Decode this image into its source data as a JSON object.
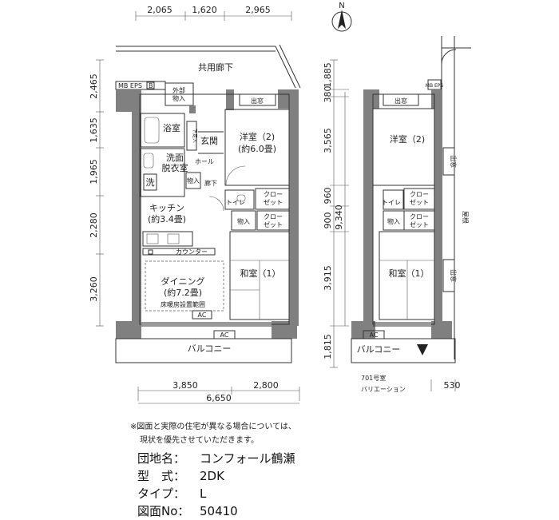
{
  "dims_top": [
    "2,065",
    "1,620",
    "2,965"
  ],
  "dims_left": [
    "2,465",
    "1,635",
    "1,965",
    "2,280",
    "3,260"
  ],
  "dims_bottom": [
    "3,850",
    "2,800",
    "6,650"
  ],
  "dims_right_plan": [
    "1,885",
    "380",
    "3,565",
    "960",
    "900",
    "3,915",
    "1,815",
    "9,340"
  ],
  "dim_530": "530",
  "rooms": {
    "corridor": "共用廊下",
    "mb_eps": "MB EPS",
    "b": "B",
    "outside_storage": "外部\n物入",
    "window_out": "出窓",
    "bath": "浴室",
    "shoe_box": "下足入",
    "entrance": "玄関",
    "western2": "洋室（2)",
    "western2_size": "(約6.0畳)",
    "washroom": "洗面\n脱衣室",
    "wash": "洗",
    "hall": "ホール",
    "storage": "物入",
    "hallway": "廊下",
    "toilet": "トイレ",
    "closet": "クロー\nゼット",
    "kitchen": "キッチン",
    "kitchen_size": "(約3.4畳)",
    "counter": "カウンター",
    "japanese1": "和室（1）",
    "dining": "ダイニング",
    "dining_size": "(約7.2畳)",
    "floor_heat": "床暖房設置範囲",
    "ac": "AC",
    "balcony": "バルコニー",
    "roof": "屋根"
  },
  "variation": {
    "western2": "洋室（2)",
    "japanese1": "和室（1）",
    "caption_line1": "701号室",
    "caption_line2": "バリエーション"
  },
  "compass": "N",
  "note": {
    "line1": "※図面と実際の住宅が異なる場合については、",
    "line2": "現状を優先させていただきます。"
  },
  "info": {
    "name_label": "団地名：",
    "name_value": "コンフォール鶴瀬",
    "type_label": "型　式：",
    "type_value": "2DK",
    "kind_label": "タイプ：",
    "kind_value": "L",
    "drawing_label": "図面No：",
    "drawing_value": "50410"
  }
}
